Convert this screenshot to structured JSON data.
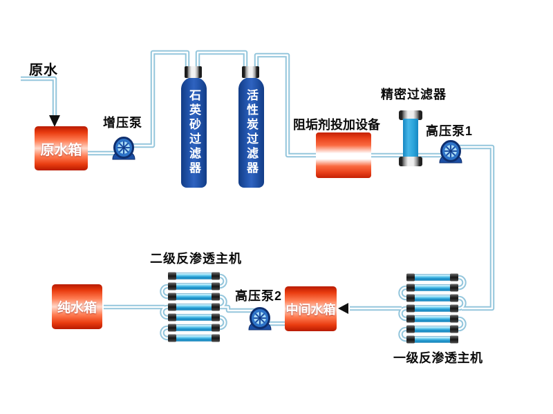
{
  "diagram": {
    "labels": {
      "raw_water": "原水",
      "raw_water_tank": "原水箱",
      "booster_pump": "增压泵",
      "quartz_sand_filter": "石英砂过滤器",
      "activated_carbon_filter": "活性炭过滤器",
      "scale_inhibitor_doser": "阻垢剂投加设备",
      "precision_filter": "精密过滤器",
      "high_pressure_pump_1": "高压泵1",
      "stage1_ro_unit": "一级反渗透主机",
      "intermediate_water_tank": "中间水箱",
      "high_pressure_pump_2": "高压泵2",
      "stage2_ro_unit": "二级反渗透主机",
      "pure_water_tank": "纯水箱"
    },
    "colors": {
      "pipe": "#94c6dc",
      "tank_red_dark": "#b81a00",
      "tank_red_light": "#ffd9cb",
      "filter_bottle_blue": "#2356ae",
      "cartridge_blue": "#2aa4da",
      "pump_blue": "#2d73c8",
      "membrane_blue": "#38adde",
      "arrow_black": "#111111"
    }
  }
}
